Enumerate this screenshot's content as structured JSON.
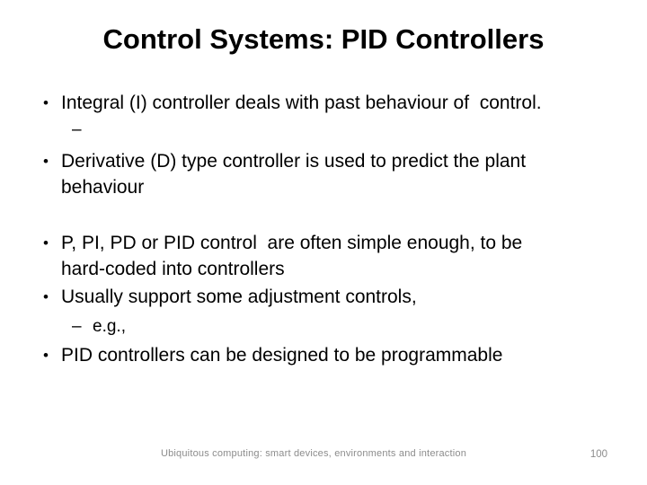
{
  "slide": {
    "title": "Control Systems: PID Controllers",
    "bullets": [
      {
        "level": 1,
        "marker": "•",
        "text": "Integral (I) controller deals with past behaviour of  control."
      },
      {
        "level": 2,
        "marker": "–",
        "text": ""
      },
      {
        "level": 1,
        "marker": "•",
        "text": "Derivative (D) type controller is used to predict the plant\nbehaviour"
      },
      {
        "level": 1,
        "marker": "•",
        "text": "P, PI, PD or PID control  are often simple enough, to be\nhard-coded into controllers"
      },
      {
        "level": 1,
        "marker": "•",
        "text": "Usually support some adjustment controls,"
      },
      {
        "level": 2,
        "marker": "–",
        "text": "e.g.,"
      },
      {
        "level": 1,
        "marker": "•",
        "text": "PID controllers can be designed to be programmable"
      }
    ],
    "footer": {
      "text": "Ubiquitous computing: smart devices, environments and interaction",
      "page_number": "100"
    },
    "colors": {
      "background": "#ffffff",
      "body_text": "#000000",
      "footer_text": "#8c8c8c"
    }
  }
}
